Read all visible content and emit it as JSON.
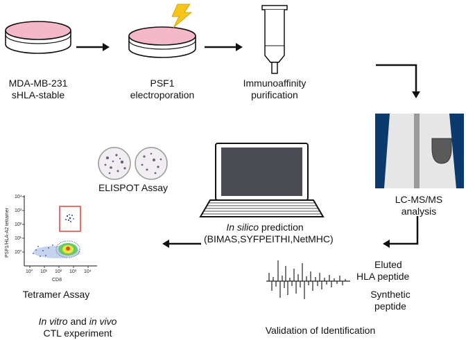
{
  "steps": {
    "cell_line": {
      "line1": "MDA-MB-231",
      "line2": "sHLA-stable"
    },
    "electroporation": {
      "line1": "PSF1",
      "line2": "electroporation"
    },
    "purification": {
      "line1": "Immunoaffinity",
      "line2": "purification"
    },
    "lcms": {
      "line1": "LC-MS/MS",
      "line2": "analysis"
    },
    "insilico": {
      "italic": "In silico",
      "rest": " prediction",
      "line2": "(BIMAS,SYFPEITHI,NetMHC)"
    },
    "elispot": {
      "label": "ELISPOT Assay"
    },
    "tetramer": {
      "label": "Tetramer Assay",
      "xlabel": "CD8",
      "ylabel": "PSF1/HLA-A2 tetramer",
      "ticks": [
        "10°",
        "10¹",
        "10²",
        "10³",
        "10⁴"
      ]
    },
    "ctl": {
      "italic1": "In vitro",
      "mid": " and ",
      "italic2": "in vivo",
      "line2": "CTL experiment"
    },
    "validation": {
      "label": "Validation of Identification",
      "eluted1": "Eluted",
      "eluted2": "HLA peptide",
      "synthetic1": "Synthetic",
      "synthetic2": "peptide"
    }
  },
  "colors": {
    "dish_fill": "#f4b8c8",
    "lightning": "#f5c518",
    "lcms_blue": "#0a3a6e",
    "gate": "#e0443a",
    "screen": "#4a4a52"
  }
}
